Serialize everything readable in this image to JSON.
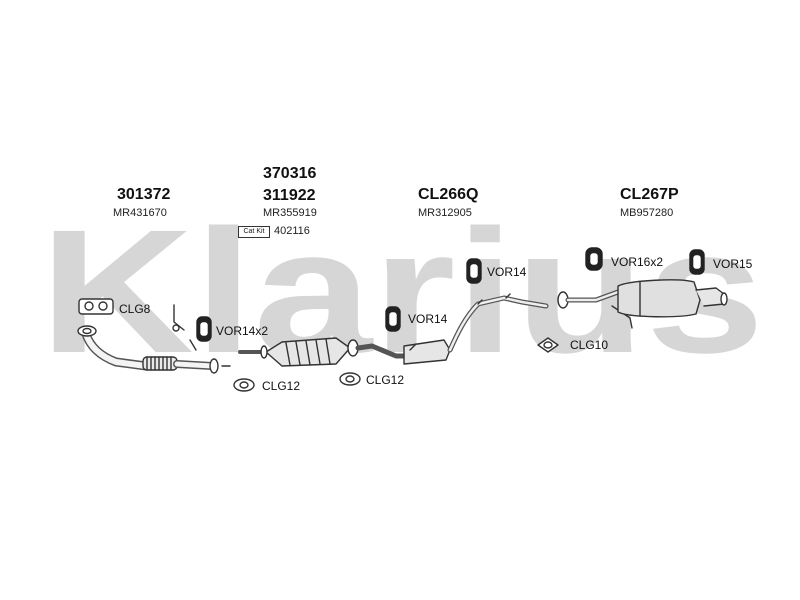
{
  "watermark": {
    "text": "Klarius",
    "color": "#d6d6d6"
  },
  "assemblies": [
    {
      "part_number": "301372",
      "reference": "MR431670"
    },
    {
      "part_number": "370316"
    },
    {
      "part_number": "311922",
      "reference": "MR355919"
    },
    {
      "part_number": "CL266Q",
      "reference": "MR312905"
    },
    {
      "part_number": "CL267P",
      "reference": "MB957280"
    }
  ],
  "cat_kit": {
    "badge": "Cat Kit",
    "number": "402116"
  },
  "fittings": [
    {
      "label": "CLG8",
      "icon": "gasket-icon"
    },
    {
      "label": "VOR14x2",
      "icon": "rubber-mount-icon"
    },
    {
      "label": "CLG12",
      "icon": "gasket-icon"
    },
    {
      "label": "CLG12",
      "icon": "gasket-icon"
    },
    {
      "label": "VOR14",
      "icon": "rubber-mount-icon"
    },
    {
      "label": "VOR14",
      "icon": "rubber-mount-icon"
    },
    {
      "label": "VOR16x2",
      "icon": "rubber-mount-icon"
    },
    {
      "label": "VOR15",
      "icon": "rubber-mount-icon"
    },
    {
      "label": "CLG10",
      "icon": "gasket-icon"
    }
  ]
}
